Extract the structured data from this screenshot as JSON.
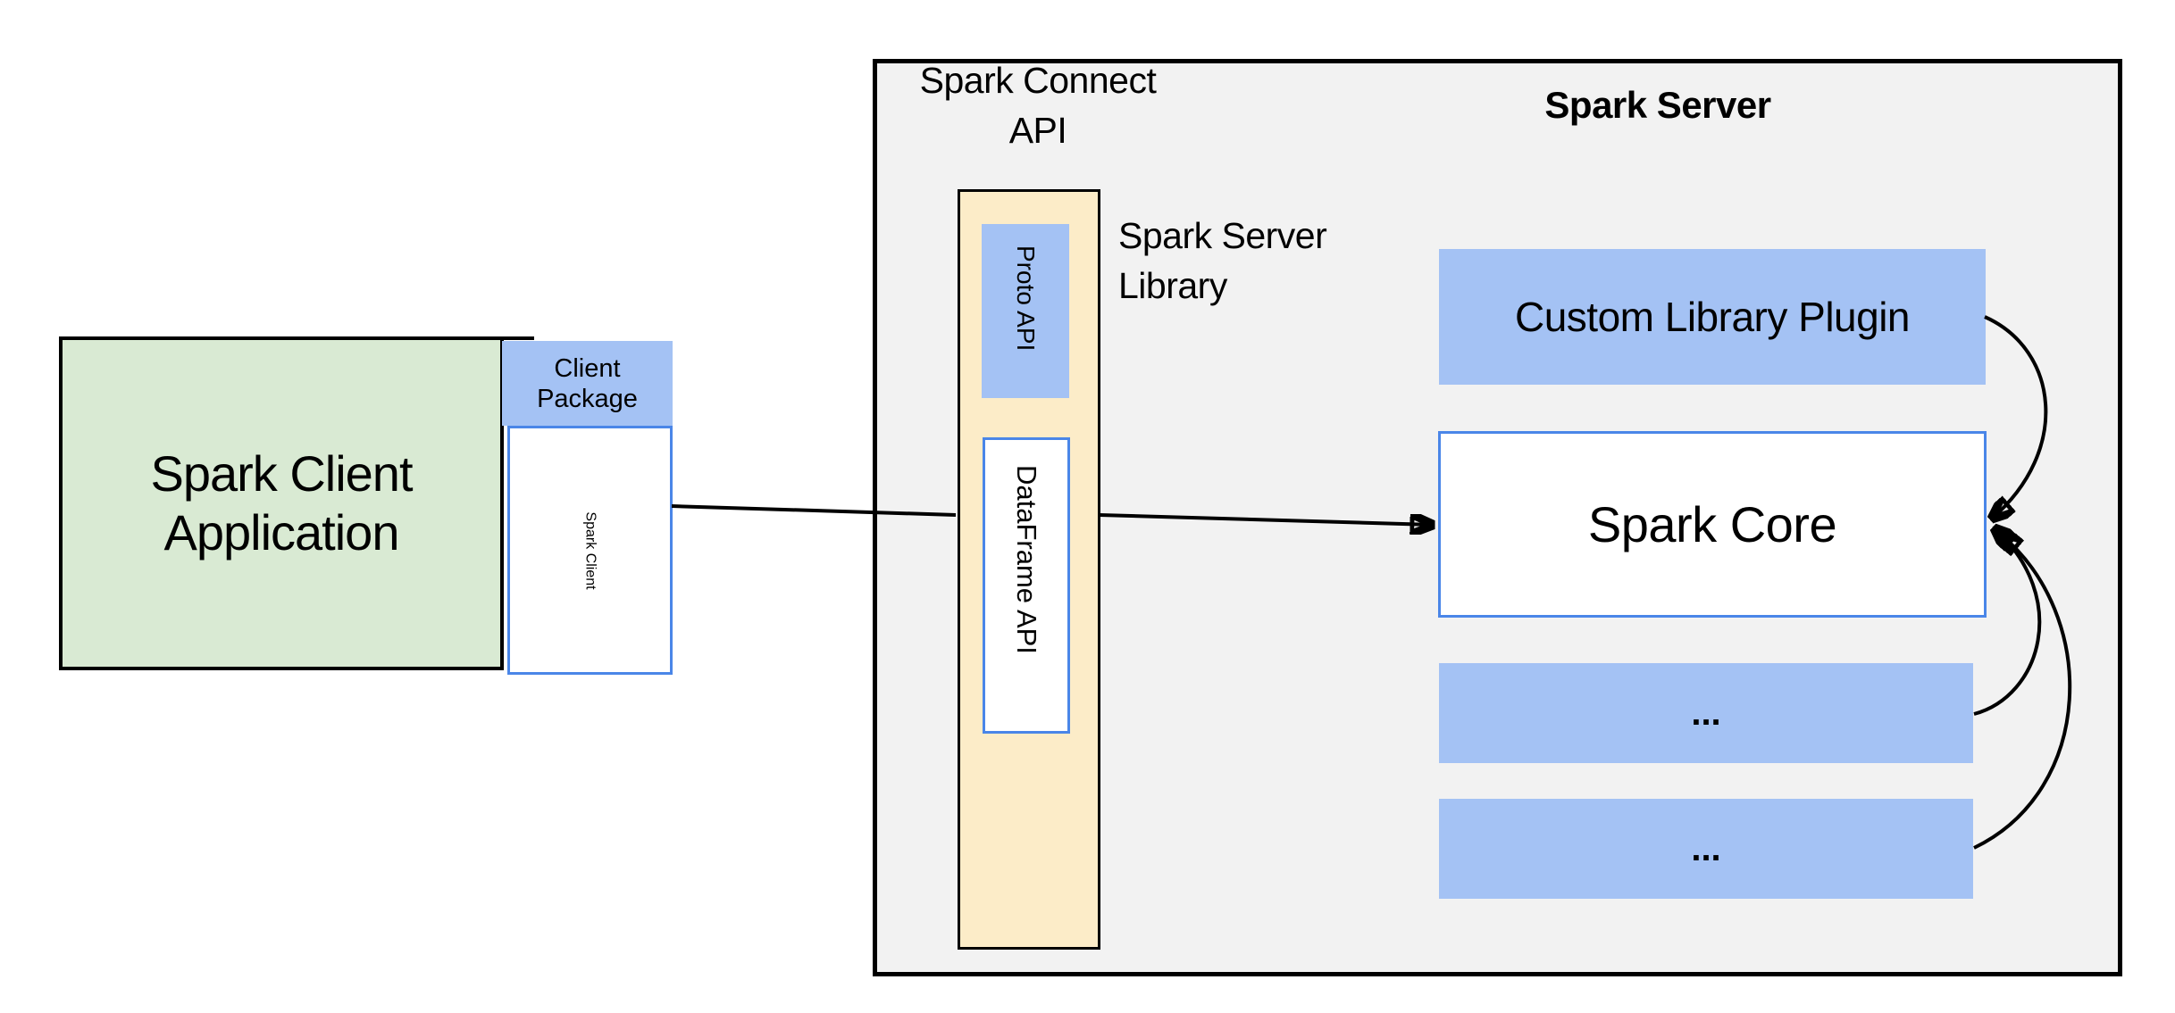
{
  "colors": {
    "client_app_fill": "#d9ead3",
    "component_blue_fill": "#a4c2f4",
    "component_blue_border": "#4a86e8",
    "connect_column_fill": "#fcecc8",
    "server_panel_fill": "#f2f2f2",
    "outline_black": "#000000"
  },
  "client_app": {
    "title": "Spark Client\nApplication",
    "package_label": "Client\nPackage",
    "client_label": "Spark Client"
  },
  "connect": {
    "title": "Spark Connect\nAPI",
    "proto_label": "Proto API",
    "dataframe_label": "DataFrame API",
    "server_library_label": "Spark Server\nLibrary"
  },
  "server": {
    "title": "Spark Server",
    "plugin_label": "Custom Library Plugin",
    "core_label": "Spark Core",
    "ellipsis_boxes": [
      "...",
      "..."
    ]
  }
}
